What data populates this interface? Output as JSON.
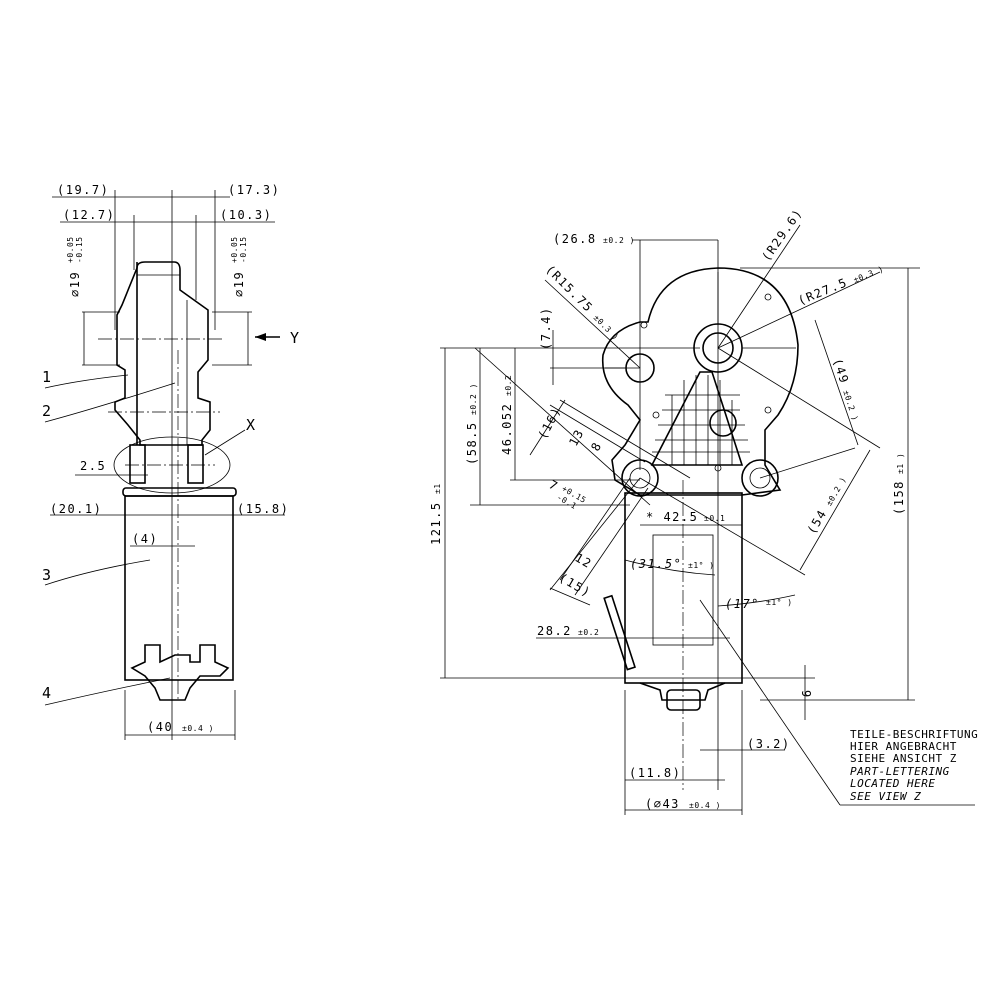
{
  "side_view": {
    "dim_19_7": "(19.7)",
    "dim_17_3": "(17.3)",
    "dim_12_7": "(12.7)",
    "dim_10_3": "(10.3)",
    "dia19_left": "∅19",
    "dia19_left_tol_upper": "+0.05",
    "dia19_left_tol_lower": "-0.15",
    "dia19_right": "∅19",
    "dia19_right_tol_upper": "+0.05",
    "dia19_right_tol_lower": "-0.15",
    "view_y": "Y",
    "detail_x": "X",
    "dim_2_5": "2.5",
    "dim_20_1": "(20.1)",
    "dim_15_8": "(15.8)",
    "dim_4": "(4)",
    "dim_40": "(40",
    "dim_40_tol": "±0.4 )",
    "part_1": "1",
    "part_2": "2",
    "part_3": "3",
    "part_4": "4"
  },
  "front_view": {
    "dim_26_8": "(26.8",
    "dim_26_8_tol": "±0.2 )",
    "r15_75": "(R15.75",
    "r15_75_tol": "±0.3 )",
    "r29_6": "(R29.6)",
    "r27_5": "(R27.5",
    "r27_5_tol": "±0.3 )",
    "dim_7_4": "(7.4)",
    "dim_49": "(49",
    "dim_49_tol": "±0.2 )",
    "dim_58_5": "(58.5",
    "dim_58_5_tol": "±0.2 )",
    "dim_46_052": "46.052",
    "dim_46_052_tol": "±0.2",
    "dim_121_5": "121.5",
    "dim_121_5_tol": "±1",
    "dim_158": "(158",
    "dim_158_tol": "±1 )",
    "dim_16": "(16)",
    "dim_13": "13",
    "dim_8": "8",
    "dim_7": "7",
    "dim_7_tol_upper": "+0.15",
    "dim_7_tol_lower": "-0.1",
    "dim_12": "12",
    "dim_15": "(15)",
    "dim_42_5": "* 42.5",
    "dim_42_5_tol": "±0.1",
    "angle_31_5": "(31.5°",
    "angle_31_5_tol": "±1° )",
    "angle_17": "(17°",
    "angle_17_tol": "±1° )",
    "dim_54": "(54",
    "dim_54_tol": "±0.2 )",
    "dim_28_2": "28.2",
    "dim_28_2_tol": "±0.2",
    "dim_9": "9",
    "dim_3_2": "(3.2)",
    "dim_11_8": "(11.8)",
    "dim_43": "(∅43",
    "dim_43_tol": "±0.4 )"
  },
  "note": {
    "lines": [
      "TEILE-BESCHRIFTUNG",
      "HIER ANGEBRACHT",
      "SIEHE ANSICHT Z",
      "PART-LETTERING",
      "LOCATED HERE",
      "SEE VIEW Z"
    ]
  }
}
